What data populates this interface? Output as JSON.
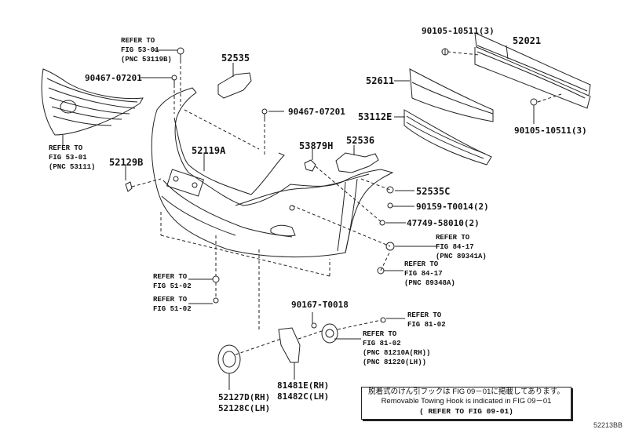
{
  "diagram": {
    "title": "Front Bumper & Bumper Cover parts diagram",
    "colors": {
      "line": "#222222",
      "background": "#ffffff"
    },
    "labels": {
      "ref_53_01_53119b": [
        "REFER TO",
        "FIG 53-01",
        "(PNC 53119B)"
      ],
      "bolt_90467_07201_left": "90467-07201",
      "part_52535": "52535",
      "grille_ref": [
        "REFER TO",
        "FIG 53-01",
        "(PNC 53111)"
      ],
      "part_52129b": "52129B",
      "part_52119a": "52119A",
      "bolt_90467_07201_mid": "90467-07201",
      "part_53879h": "53879H",
      "part_52536": "52536",
      "part_90105_top": "90105-10511(3)",
      "part_52021": "52021",
      "part_52611": "52611",
      "part_53112e": "53112E",
      "part_90105_bottom": "90105-10511(3)",
      "part_52535c": "52535C",
      "part_90159": "90159-T0014(2)",
      "part_47749": "47749-58010(2)",
      "ref_84_17_89341a": [
        "REFER TO",
        "FIG 84-17",
        "(PNC 89341A)"
      ],
      "ref_84_17_89348a": [
        "REFER TO",
        "FIG 84-17",
        "(PNC 89348A)"
      ],
      "ref_51_02_a": [
        "REFER TO",
        "FIG 51-02"
      ],
      "ref_51_02_b": [
        "REFER TO",
        "FIG 51-02"
      ],
      "part_90167": "90167-T0018",
      "ref_81_02_a": [
        "REFER TO",
        "FIG 81-02"
      ],
      "ref_81_02_b": [
        "REFER TO",
        "FIG 81-02",
        "(PNC 81210A(RH))",
        "(PNC 81220(LH))"
      ],
      "part_52127d": "52127D(RH)",
      "part_52128c": "52128C(LH)",
      "part_81481e": "81481E(RH)",
      "part_81482c": "81482C(LH)"
    },
    "note": {
      "line_jp": "脱着式のけん引フックは FIG 09－01に掲載してあります。",
      "line_en": "Removable Towing Hook is indicated in FIG 09－01",
      "line_ref": "( REFER TO FIG 09-01)"
    },
    "illustration_code": "52213BB"
  }
}
